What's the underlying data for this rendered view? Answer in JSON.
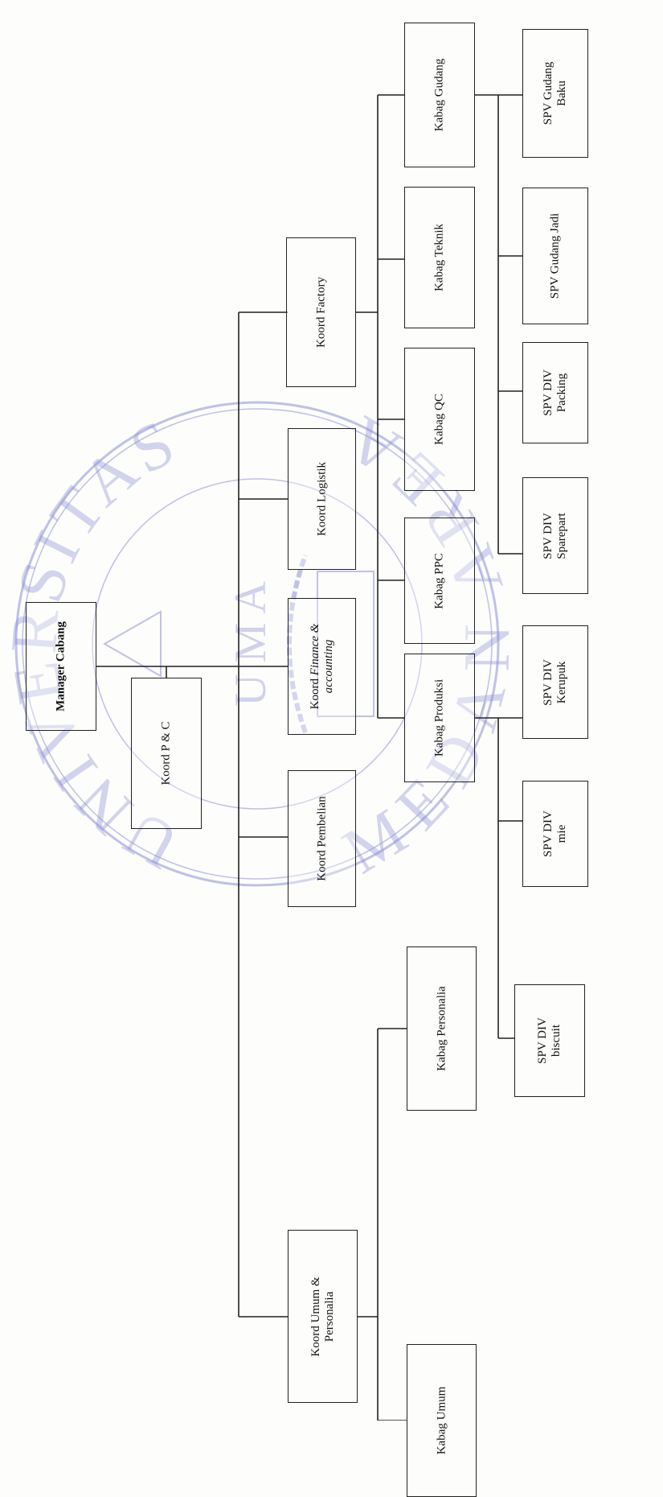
{
  "watermark": {
    "top_text": "UNIVERSITAS",
    "bottom_text": "MEDAN AREA",
    "center_text": "U M A",
    "color": "#8c8fd6"
  },
  "org": {
    "manager": "Manager Cabang",
    "koord_pc": "Koord P & C",
    "koord_umum_line1": "Koord Umum &",
    "koord_umum_line2": "Personalia",
    "koord_pembelian": "Koord Pembelian",
    "koord_finance_line1": "Koord",
    "koord_finance_line1_italic": "Finance &",
    "koord_finance_line2_italic": "accounting",
    "koord_logistik": "Koord Logistik",
    "koord_factory": "Koord Factory",
    "kabag_umum": "Kabag Umum",
    "kabag_personalia": "Kabag Personalia",
    "kabag_produksi": "Kabag Produksi",
    "kabag_ppc": "Kabag PPC",
    "kabag_qc": "Kabag QC",
    "kabag_teknik": "Kabag Teknik",
    "kabag_gudang": "Kabag Gudang",
    "spv_biscuit_line1": "SPV DIV",
    "spv_biscuit_line2": "biscuit",
    "spv_mie_line1": "SPV DIV",
    "spv_mie_line2": "mie",
    "spv_kerupuk_line1": "SPV DIV",
    "spv_kerupuk_line2": "Kerupuk",
    "spv_sparepart_line1": "SPV DIV",
    "spv_sparepart_line2": "Sparepart",
    "spv_packing_line1": "SPV DIV",
    "spv_packing_line2": "Packing",
    "spv_gudang_jadi": "SPV Gudang Jadi",
    "spv_gudang_baku_line1": "SPV Gudang",
    "spv_gudang_baku_line2": "Baku"
  }
}
